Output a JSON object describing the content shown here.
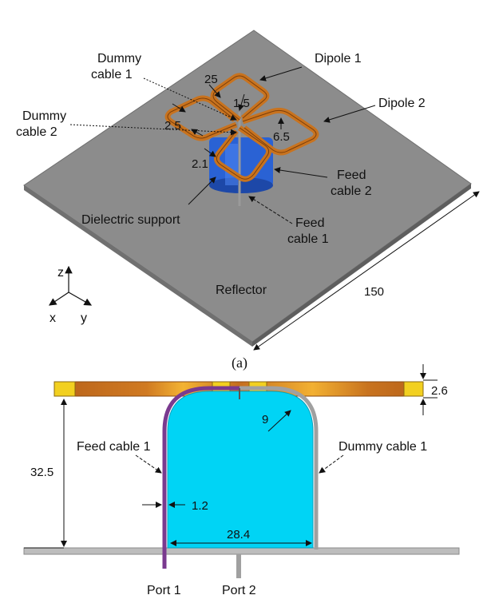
{
  "figure_a": {
    "caption": "(a)",
    "labels": {
      "dummy_cable_1": [
        "Dummy",
        "cable 1"
      ],
      "dipole_1": "Dipole 1",
      "dipole_2": "Dipole 2",
      "dummy_cable_2": [
        "Dummy",
        "cable 2"
      ],
      "feed_cable_2": [
        "Feed",
        "cable 2"
      ],
      "dielectric_support": "Dielectric support",
      "feed_cable_1": [
        "Feed",
        "cable 1"
      ],
      "reflector": "Reflector"
    },
    "dimensions": {
      "dipole_arm": "25",
      "gap_1": "1.5",
      "gap_2": "2.5",
      "inner": "6.5",
      "post": "2.1",
      "reflector_size": "150"
    },
    "axes": {
      "z": "z",
      "x": "x",
      "y": "y"
    },
    "colors": {
      "reflector": "#8c8c8c",
      "dipole": "#c8731f",
      "support": "#2a62d4"
    }
  },
  "figure_b": {
    "labels": {
      "feed_cable_1": "Feed cable 1",
      "dummy_cable_1": "Dummy cable 1",
      "port_1": "Port 1",
      "port_2": "Port 2"
    },
    "dimensions": {
      "thickness": "2.6",
      "radius": "9",
      "height": "32.5",
      "cable_width": "1.2",
      "support_width": "28.4"
    },
    "colors": {
      "support": "#00d4f5",
      "feed_cable": "#7a3a8f",
      "dummy_cable": "#a0a0a0",
      "dipole_bar": "#c8731f"
    }
  }
}
